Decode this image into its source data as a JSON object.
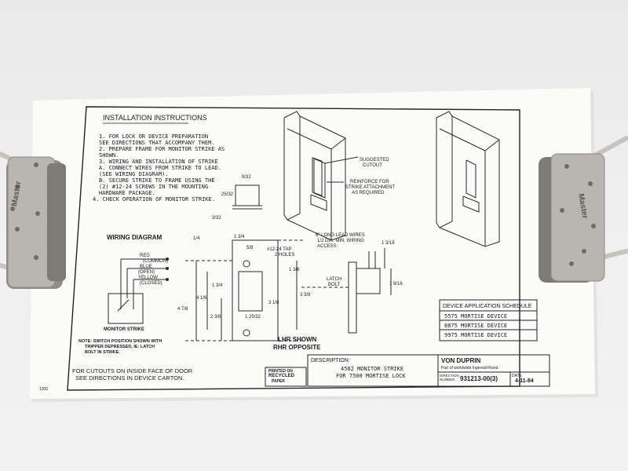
{
  "document": {
    "title": "INSTALLATION INSTRUCTIONS",
    "steps": [
      "1. FOR LOCK OR DEVICE PREPARATION",
      "   SEE DIRECTIONS THAT ACCOMPANY THEM.",
      "2. PREPARE FRAME FOR MONITOR STRIKE AS",
      "   SHOWN.",
      "3. WIRING AND INSTALLATION OF STRIKE",
      "   A. CONNECT WIRES FROM STRIKE TO LEAD.",
      "      (SEE WIRING DIAGRAM).",
      "   B. SECURE STRIKE TO FRAME USING THE",
      "      (2) #12-24 SCREWS IN THE MOUNTING",
      "      HARDWARE PACKAGE.",
      "4. CHECK OPERATION OF MONITOR STRIKE."
    ],
    "wiring": {
      "title": "WIRING DIAGRAM",
      "red": "RED",
      "common": "(COMMON)",
      "blue": "BLUE",
      "open": "(OPEN)",
      "yellow": "YELLOW",
      "closed": "(CLOSED)",
      "monitor_strike": "MONITOR STRIKE",
      "note_1": "NOTE: SWITCH POSITION SHOWN WITH",
      "note_2": "TRIPPER DEPRESSED, IE: LATCH",
      "note_3": "BOLT IN STRIKE."
    },
    "frame_notes": {
      "suggested_1": "SUGGESTED",
      "suggested_2": "CUTOUT",
      "reinforce_1": "REINFORCE FOR",
      "reinforce_2": "STRIKE ATTACHMENT",
      "reinforce_3": "AS REQUIRED"
    },
    "lead_wires": {
      "l1": "6\" LONG LEAD WIRES",
      "l2": "1/2 DIA. MIN. WIRING",
      "l3": "ACCESS",
      "latch_1": "LATCH",
      "latch_2": "BOLT"
    },
    "tap_1": "#12-24 TAP",
    "tap_2": "2 HOLES",
    "dims": {
      "d_9_32": "9/32",
      "d_25_32a": "25/32",
      "d_3_32": "3/32",
      "d_1_4": "1/4",
      "d_1_3_4": "1 3/4",
      "d_5_8": "5/8",
      "d_1_3_8": "1 3/8",
      "d_1_3_16": "1 3/16",
      "d_4_7_8": "4 7/8",
      "d_4_1_8": "4 1/8",
      "d_3_1_8": "3 1/8",
      "d_1_3_4b": "1 3/4",
      "d_2_3_8": "2 3/8",
      "d_1_25_32": "1 25/32",
      "d_3_3_8": "3 3/8",
      "d_1_9_16": "1 9/16"
    },
    "lhr_1": "LHR SHOWN",
    "lhr_2": "RHR OPPOSITE",
    "schedule": {
      "title": "DEVICE APPLICATION SCHEDULE",
      "rows": [
        "5575 MORTISE DEVICE",
        "8875 MORTISE DEVICE",
        "9975 MORTISE DEVICE"
      ]
    },
    "cutouts_1": "FOR CUTOUTS ON INSIDE FACE OF DOOR",
    "cutouts_2": "SEE DIRECTIONS IN DEVICE CARTON.",
    "recycled_1": "PRINTED ON",
    "recycled_2": "RECYCLED",
    "recycled_3": "PAPER",
    "description_label": "DESCRIPTION:",
    "description_1": "4582  MONITOR STRIKE",
    "description_2": "FOR 7500 MORTISE LOCK",
    "brand": "VON DUPRIN",
    "brand_sub": "Part of worldwide Ingersoll-Rand",
    "direction_label_1": "DIRECTION",
    "direction_label_2": "NUMBER",
    "direction_number": "931213-00(3)",
    "date_label": "DATE",
    "date_value": "4-11-84",
    "margin_code": "1300"
  },
  "locks": {
    "brand": "Master"
  },
  "colors": {
    "background": "#efefef",
    "paper": "#fbfbfb",
    "ink": "#1b1b1b",
    "lock_body": "#a9a9a1",
    "shackle": "#c9c6bd"
  }
}
